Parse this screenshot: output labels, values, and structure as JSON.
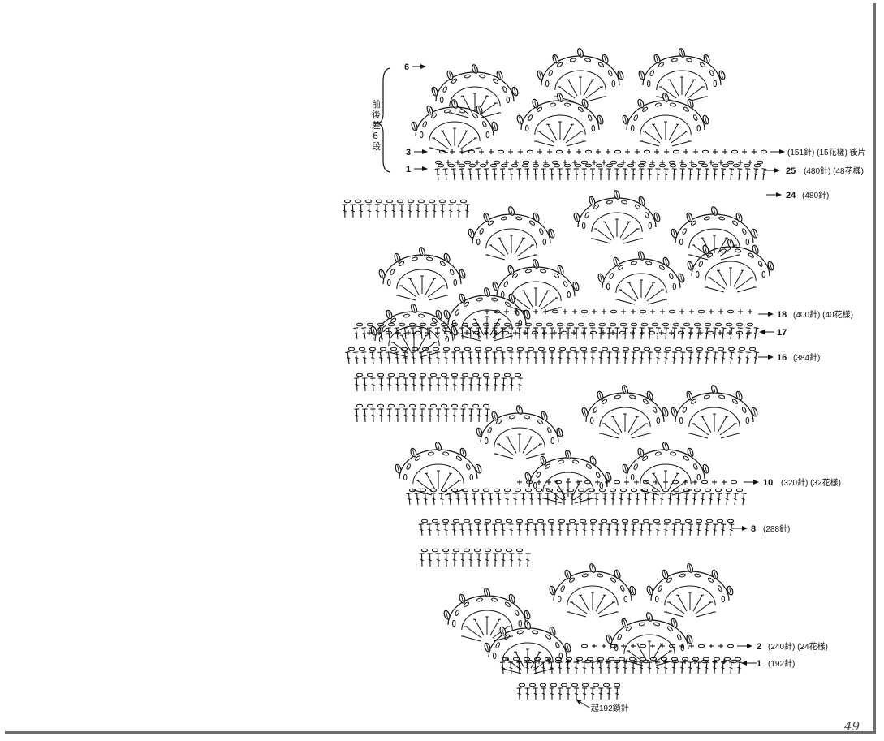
{
  "side_note": [
    "前",
    "後",
    "差",
    "6",
    "段"
  ],
  "row_labels": [
    {
      "id": "r6",
      "num": "6",
      "info": ""
    },
    {
      "id": "r3",
      "num": "3",
      "info": ""
    },
    {
      "id": "r1top",
      "num": "1",
      "info": ""
    },
    {
      "id": "rb3",
      "num": "",
      "info": "(151針) (15花樣) 後片"
    },
    {
      "id": "r25",
      "num": "25",
      "info": "(480針) (48花樣)"
    },
    {
      "id": "r24",
      "num": "24",
      "info": "(480針)"
    },
    {
      "id": "r18",
      "num": "18",
      "info": "(400針) (40花樣)"
    },
    {
      "id": "r17",
      "num": "17",
      "info": ""
    },
    {
      "id": "r16",
      "num": "16",
      "info": "(384針)"
    },
    {
      "id": "r10",
      "num": "10",
      "info": "(320針) (32花樣)"
    },
    {
      "id": "r8",
      "num": "8",
      "info": "(288針)"
    },
    {
      "id": "r2",
      "num": "2",
      "info": "(240針) (24花樣)"
    },
    {
      "id": "r1",
      "num": "1",
      "info": "(192針)"
    }
  ],
  "foundation_note": "起192鎖針",
  "page_number": "49"
}
